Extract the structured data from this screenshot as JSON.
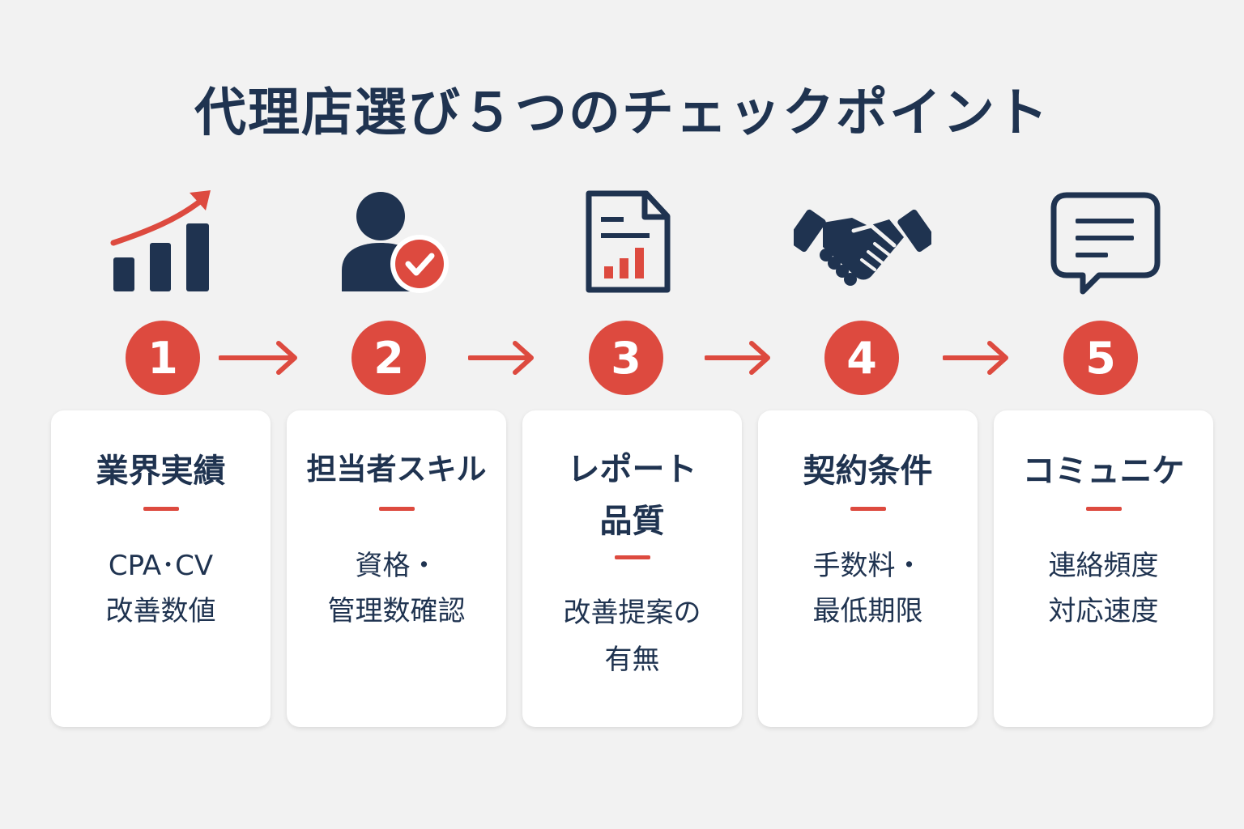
{
  "title": "代理店選び５つのチェックポイント",
  "colors": {
    "navy": "#1f3350",
    "red": "#dd4a3f",
    "background": "#f2f2f2",
    "card": "#ffffff"
  },
  "steps": [
    {
      "number": "1",
      "icon": "growth-chart-icon",
      "title": [
        "業界実績"
      ],
      "desc": [
        "CPA･CV",
        "改善数値"
      ]
    },
    {
      "number": "2",
      "icon": "user-check-icon",
      "title": [
        "担当者スキル"
      ],
      "desc": [
        "資格・",
        "管理数確認"
      ]
    },
    {
      "number": "3",
      "icon": "report-document-icon",
      "title": [
        "レポート",
        "品質"
      ],
      "desc": [
        "改善提案の",
        "有無"
      ]
    },
    {
      "number": "4",
      "icon": "handshake-icon",
      "title": [
        "契約条件"
      ],
      "desc": [
        "手数料・",
        "最低期限"
      ]
    },
    {
      "number": "5",
      "icon": "chat-bubble-icon",
      "title": [
        "コミュニケ"
      ],
      "desc": [
        "連絡頻度",
        "対応速度"
      ]
    }
  ]
}
